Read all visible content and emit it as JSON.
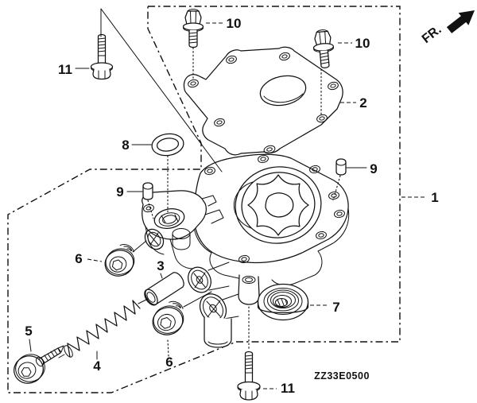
{
  "colors": {
    "ink": "#111111",
    "background": "#ffffff"
  },
  "orientation": {
    "label": "FR."
  },
  "drawing_code": "ZZ33E0500",
  "callouts": {
    "c1": "1",
    "c2": "2",
    "c3": "3",
    "c4": "4",
    "c5": "5",
    "c6a": "6",
    "c6b": "6",
    "c7": "7",
    "c8": "8",
    "c9a": "9",
    "c9b": "9",
    "c10a": "10",
    "c10b": "10",
    "c11a": "11",
    "c11b": "11"
  }
}
